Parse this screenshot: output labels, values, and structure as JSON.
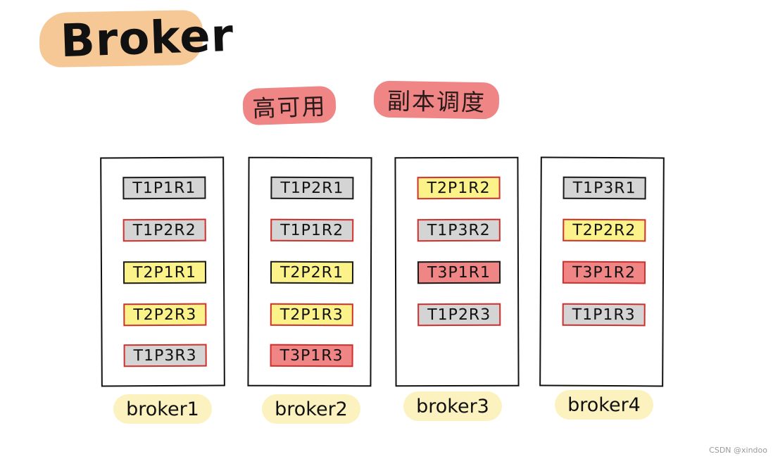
{
  "title": "Broker",
  "tags": [
    "高可用",
    "副本调度"
  ],
  "colors": {
    "title_highlight": "#f6c896",
    "tag_fill": "#ef8585",
    "gray": "#d4d4d4",
    "yellow": "#fbf389",
    "red": "#ef8585",
    "red_border": "#d0302e",
    "label_fill": "#fbf2c0"
  },
  "brokers": [
    {
      "name": "broker1",
      "partitions": [
        {
          "label": "T1P1R1",
          "fill": "gray",
          "border": "black"
        },
        {
          "label": "T1P2R2",
          "fill": "gray",
          "border": "red"
        },
        {
          "label": "T2P1R1",
          "fill": "yellow",
          "border": "black"
        },
        {
          "label": "T2P2R3",
          "fill": "yellow",
          "border": "red"
        },
        {
          "label": "T1P3R3",
          "fill": "gray",
          "border": "red"
        }
      ]
    },
    {
      "name": "broker2",
      "partitions": [
        {
          "label": "T1P2R1",
          "fill": "gray",
          "border": "black"
        },
        {
          "label": "T1P1R2",
          "fill": "gray",
          "border": "red"
        },
        {
          "label": "T2P2R1",
          "fill": "yellow",
          "border": "black"
        },
        {
          "label": "T2P1R3",
          "fill": "yellow",
          "border": "red"
        },
        {
          "label": "T3P1R3",
          "fill": "red",
          "border": "red"
        }
      ]
    },
    {
      "name": "broker3",
      "partitions": [
        {
          "label": "T2P1R2",
          "fill": "yellow",
          "border": "red"
        },
        {
          "label": "T1P3R2",
          "fill": "gray",
          "border": "red"
        },
        {
          "label": "T3P1R1",
          "fill": "red",
          "border": "black"
        },
        {
          "label": "T1P2R3",
          "fill": "gray",
          "border": "red"
        }
      ]
    },
    {
      "name": "broker4",
      "partitions": [
        {
          "label": "T1P3R1",
          "fill": "gray",
          "border": "black"
        },
        {
          "label": "T2P2R2",
          "fill": "yellow",
          "border": "red"
        },
        {
          "label": "T3P1R2",
          "fill": "red",
          "border": "red"
        },
        {
          "label": "T1P1R3",
          "fill": "gray",
          "border": "red"
        }
      ]
    }
  ],
  "watermark": "CSDN @xindoo"
}
